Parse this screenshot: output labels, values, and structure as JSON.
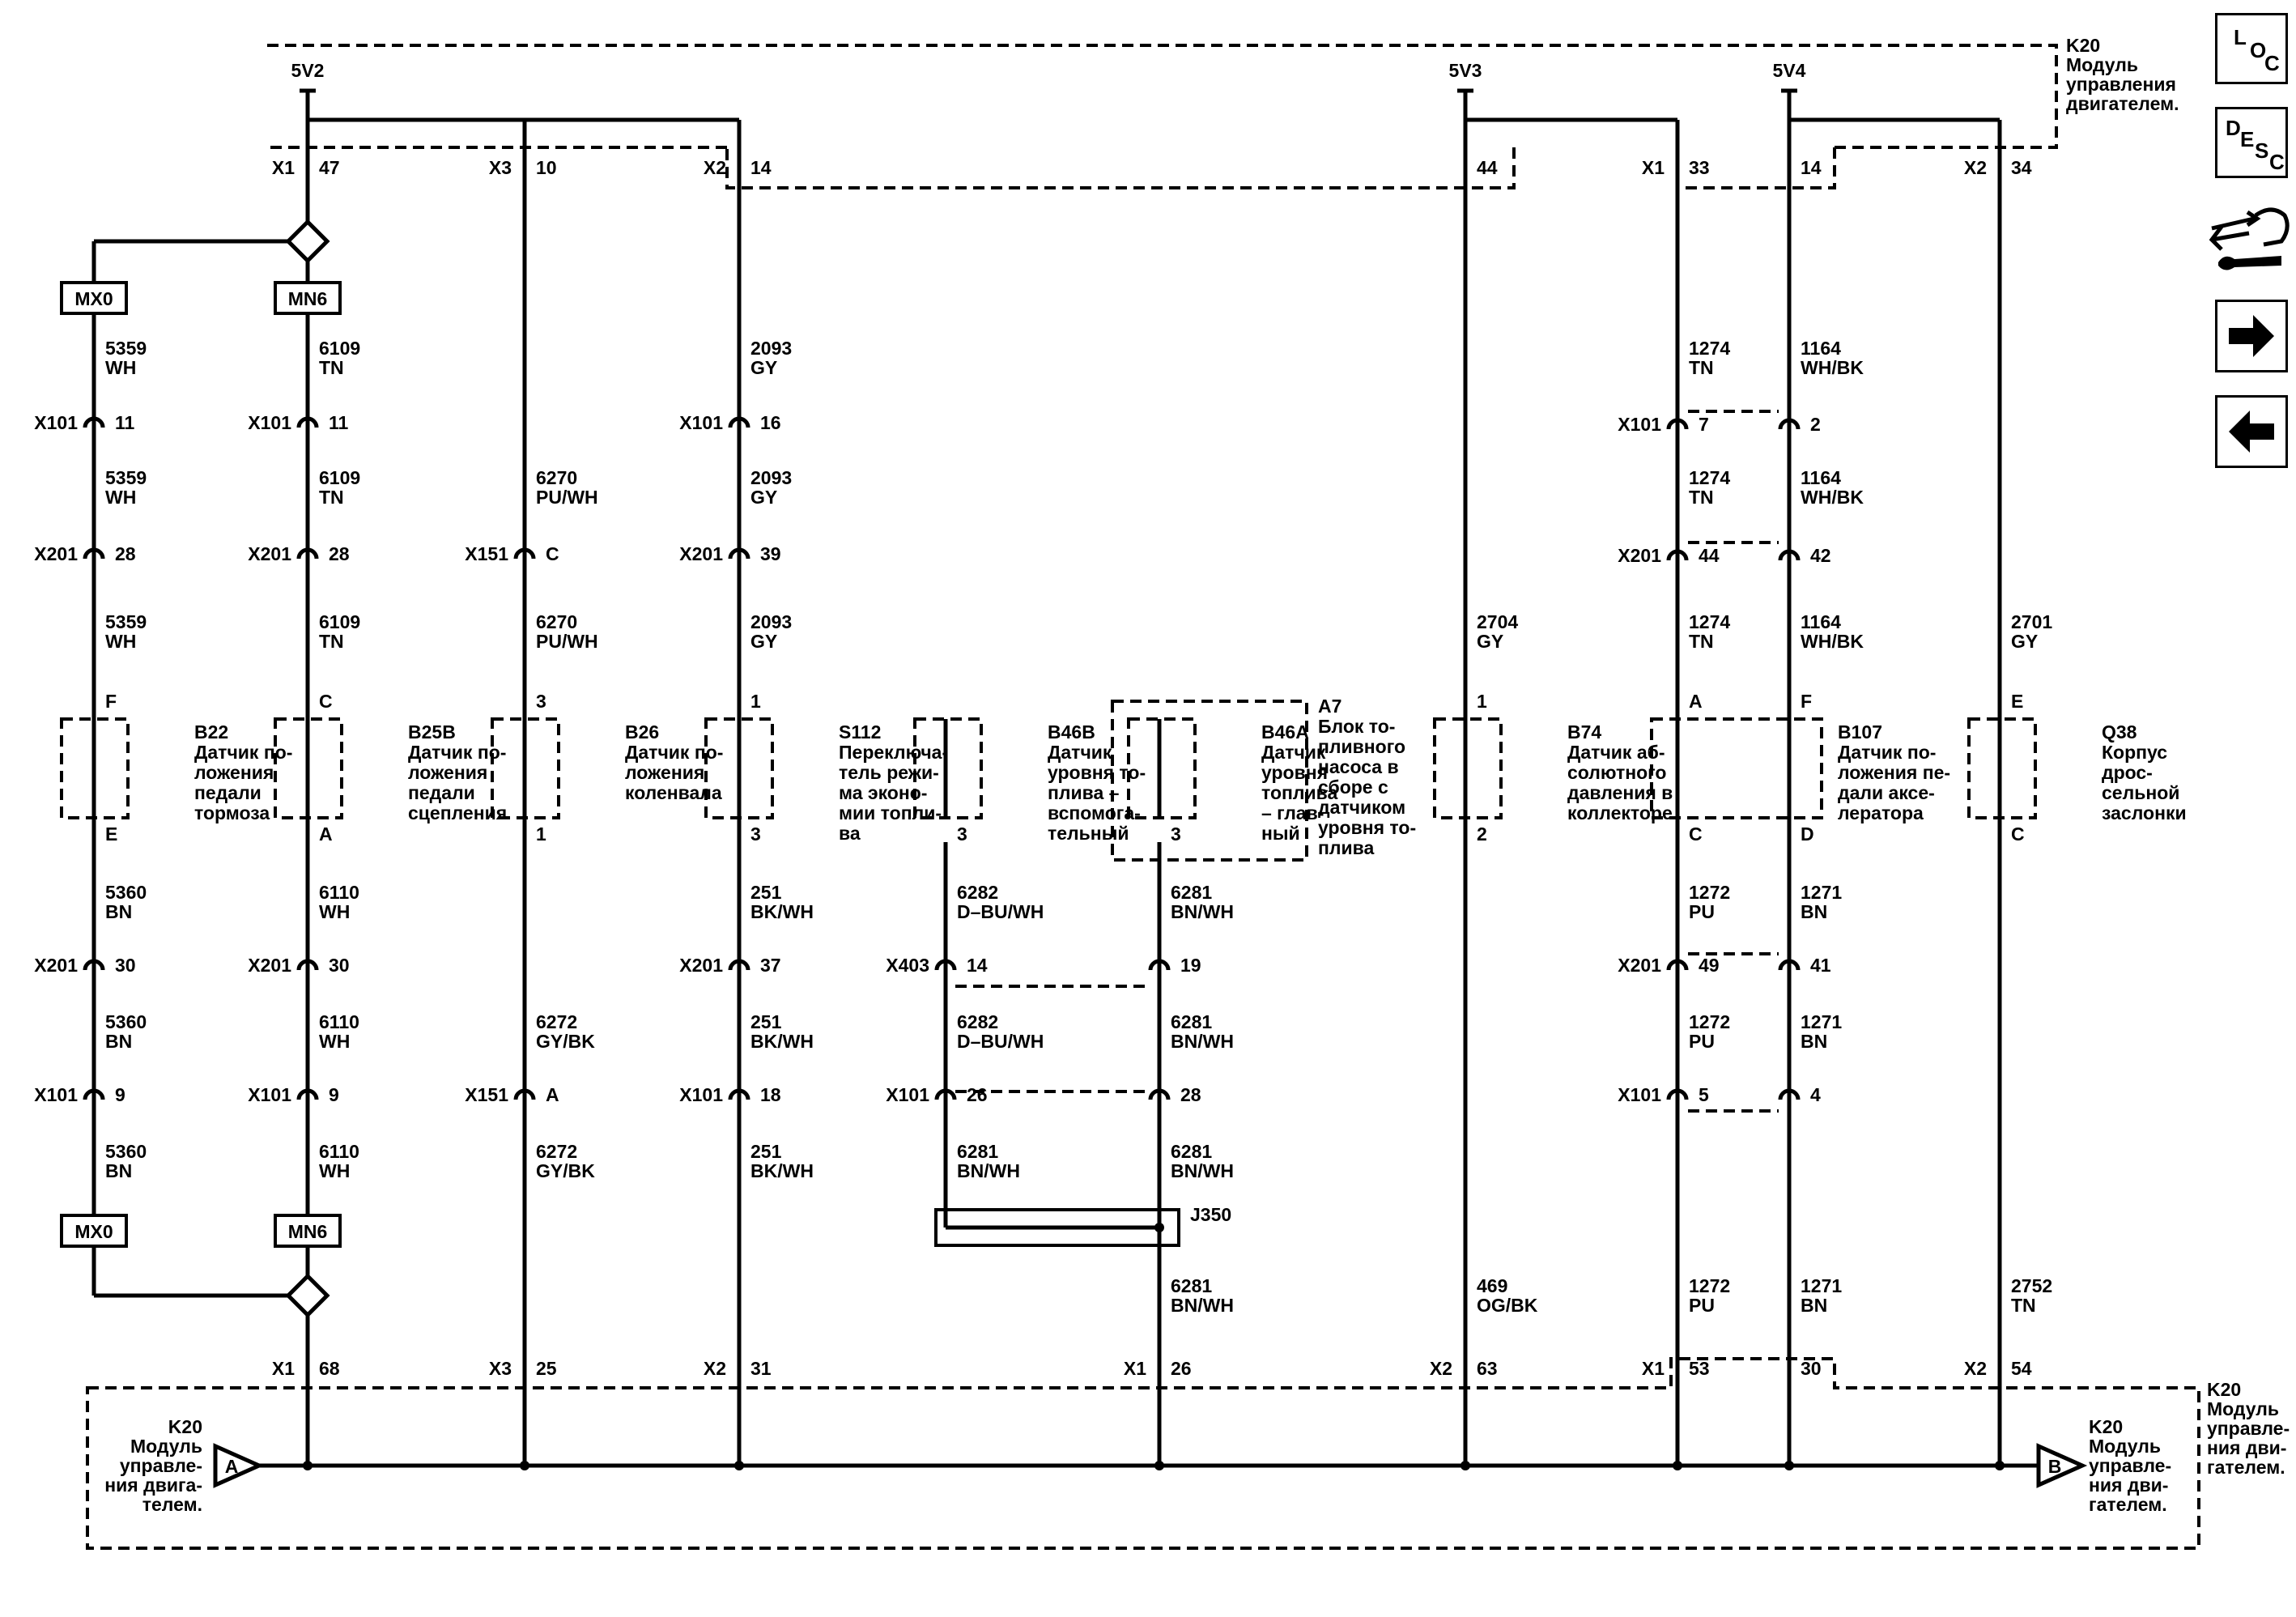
{
  "module": {
    "top_label": [
      "K20",
      "Модуль",
      "управления",
      "двигателем."
    ],
    "bottom_right_label": [
      "K20",
      "Модуль",
      "управле-",
      "ния дви-",
      "гателем."
    ],
    "left_inner_label": [
      "K20",
      "Модуль",
      "управле-",
      "ния двига-",
      "телем."
    ],
    "right_inner_label": [
      "K20",
      "Модуль",
      "управле-",
      "ния дви-",
      "гателем."
    ],
    "offpage_left": "A",
    "offpage_right": "B"
  },
  "references": {
    "v2": "5V2",
    "v3": "5V3",
    "v4": "5V4"
  },
  "top_pins": [
    {
      "conn": "X1",
      "pin": "47"
    },
    {
      "conn": "X3",
      "pin": "10"
    },
    {
      "conn": "X2",
      "pin": "14"
    },
    {
      "conn": "",
      "pin": "44"
    },
    {
      "conn": "X1",
      "pin": "33"
    },
    {
      "conn": "",
      "pin": "14"
    },
    {
      "conn": "X2",
      "pin": "34"
    }
  ],
  "bottom_pins": [
    {
      "conn": "X1",
      "pin": "68"
    },
    {
      "conn": "X3",
      "pin": "25"
    },
    {
      "conn": "X2",
      "pin": "31"
    },
    {
      "conn": "X1",
      "pin": "26"
    },
    {
      "conn": "X2",
      "pin": "63"
    },
    {
      "conn": "X1",
      "pin": "53"
    },
    {
      "conn": "",
      "pin": "30"
    },
    {
      "conn": "X2",
      "pin": "54"
    }
  ],
  "options": {
    "a": "MX0",
    "b": "MN6"
  },
  "connectors": [
    {
      "name": "X101",
      "pin": "11"
    },
    {
      "name": "X201",
      "pin": "28"
    },
    {
      "name": "X201",
      "pin": "30"
    },
    {
      "name": "X101",
      "pin": "9"
    },
    {
      "name": "X101",
      "pin": "11"
    },
    {
      "name": "X201",
      "pin": "28"
    },
    {
      "name": "X201",
      "pin": "30"
    },
    {
      "name": "X101",
      "pin": "9"
    },
    {
      "name": "X151",
      "pin": "C"
    },
    {
      "name": "X151",
      "pin": "A"
    },
    {
      "name": "X101",
      "pin": "16"
    },
    {
      "name": "X201",
      "pin": "39"
    },
    {
      "name": "X201",
      "pin": "37"
    },
    {
      "name": "X101",
      "pin": "18"
    },
    {
      "name": "X403",
      "pin": "14"
    },
    {
      "name": "",
      "pin": "19"
    },
    {
      "name": "X101",
      "pin": "26"
    },
    {
      "name": "",
      "pin": "28"
    },
    {
      "name": "X101",
      "pin": "7"
    },
    {
      "name": "",
      "pin": "2"
    },
    {
      "name": "X201",
      "pin": "44"
    },
    {
      "name": "",
      "pin": "42"
    },
    {
      "name": "X201",
      "pin": "49"
    },
    {
      "name": "",
      "pin": "41"
    },
    {
      "name": "X101",
      "pin": "5"
    },
    {
      "name": "",
      "pin": "4"
    }
  ],
  "wires": [
    {
      "circuit": "5359",
      "color": "WH"
    },
    {
      "circuit": "5359",
      "color": "WH"
    },
    {
      "circuit": "5359",
      "color": "WH"
    },
    {
      "circuit": "5360",
      "color": "BN"
    },
    {
      "circuit": "5360",
      "color": "BN"
    },
    {
      "circuit": "5360",
      "color": "BN"
    },
    {
      "circuit": "6109",
      "color": "TN"
    },
    {
      "circuit": "6109",
      "color": "TN"
    },
    {
      "circuit": "6109",
      "color": "TN"
    },
    {
      "circuit": "6110",
      "color": "WH"
    },
    {
      "circuit": "6110",
      "color": "WH"
    },
    {
      "circuit": "6110",
      "color": "WH"
    },
    {
      "circuit": "6270",
      "color": "PU/WH"
    },
    {
      "circuit": "6270",
      "color": "PU/WH"
    },
    {
      "circuit": "6272",
      "color": "GY/BK"
    },
    {
      "circuit": "6272",
      "color": "GY/BK"
    },
    {
      "circuit": "2093",
      "color": "GY"
    },
    {
      "circuit": "2093",
      "color": "GY"
    },
    {
      "circuit": "2093",
      "color": "GY"
    },
    {
      "circuit": "251",
      "color": "BK/WH"
    },
    {
      "circuit": "251",
      "color": "BK/WH"
    },
    {
      "circuit": "251",
      "color": "BK/WH"
    },
    {
      "circuit": "6282",
      "color": "D–BU/WH"
    },
    {
      "circuit": "6282",
      "color": "D–BU/WH"
    },
    {
      "circuit": "6281",
      "color": "BN/WH"
    },
    {
      "circuit": "6281",
      "color": "BN/WH"
    },
    {
      "circuit": "6281",
      "color": "BN/WH"
    },
    {
      "circuit": "6281",
      "color": "BN/WH"
    },
    {
      "circuit": "6281",
      "color": "BN/WH"
    },
    {
      "circuit": "2704",
      "color": "GY"
    },
    {
      "circuit": "469",
      "color": "OG/BK"
    },
    {
      "circuit": "1274",
      "color": "TN"
    },
    {
      "circuit": "1274",
      "color": "TN"
    },
    {
      "circuit": "1274",
      "color": "TN"
    },
    {
      "circuit": "1272",
      "color": "PU"
    },
    {
      "circuit": "1272",
      "color": "PU"
    },
    {
      "circuit": "1272",
      "color": "PU"
    },
    {
      "circuit": "1164",
      "color": "WH/BK"
    },
    {
      "circuit": "1164",
      "color": "WH/BK"
    },
    {
      "circuit": "1164",
      "color": "WH/BK"
    },
    {
      "circuit": "1271",
      "color": "BN"
    },
    {
      "circuit": "1271",
      "color": "BN"
    },
    {
      "circuit": "1271",
      "color": "BN"
    },
    {
      "circuit": "2701",
      "color": "GY"
    },
    {
      "circuit": "2752",
      "color": "TN"
    }
  ],
  "components": [
    {
      "id": "B22",
      "pin_top": "F",
      "pin_bottom": "E",
      "desc": [
        "Датчик по-",
        "ложения",
        "педали",
        "тормоза"
      ]
    },
    {
      "id": "B25B",
      "pin_top": "C",
      "pin_bottom": "A",
      "desc": [
        "Датчик по-",
        "ложения",
        "педали",
        "сцепления"
      ]
    },
    {
      "id": "B26",
      "pin_top": "3",
      "pin_bottom": "1",
      "desc": [
        "Датчик по-",
        "ложения",
        "коленвала"
      ]
    },
    {
      "id": "S112",
      "pin_top": "1",
      "pin_bottom": "3",
      "desc": [
        "Переключа-",
        "тель режи-",
        "ма эконо-",
        "мии топли-",
        "ва"
      ]
    },
    {
      "id": "B46B",
      "pin_top": "",
      "pin_bottom": "3",
      "desc": [
        "Датчик",
        "уровня то-",
        "плива –",
        "вспомога-",
        "тельный"
      ]
    },
    {
      "id": "B46A",
      "pin_top": "",
      "pin_bottom": "3",
      "desc": [
        "Датчик",
        "уровня",
        "топлива",
        "– глав-",
        "ный"
      ]
    },
    {
      "id": "A7",
      "pin_top": "",
      "pin_bottom": "",
      "desc": [
        "Блок то-",
        "пливного",
        "насоса в",
        "сборе с",
        "датчиком",
        "уровня то-",
        "плива"
      ]
    },
    {
      "id": "B74",
      "pin_top": "1",
      "pin_bottom": "2",
      "desc": [
        "Датчик аб-",
        "солютного",
        "давления в",
        "коллекторе"
      ]
    },
    {
      "id": "B107",
      "pin_top": "A",
      "pin_top2": "F",
      "pin_bottom": "C",
      "pin_bottom2": "D",
      "desc": [
        "Датчик по-",
        "ложения пе-",
        "дали аксе-",
        "лератора"
      ]
    },
    {
      "id": "Q38",
      "pin_top": "E",
      "pin_bottom": "C",
      "desc": [
        "Корпус",
        "дрос-",
        "сельной",
        "заслонки"
      ]
    }
  ],
  "splice": {
    "id": "J350"
  },
  "nav": {
    "loc": [
      "L",
      "O",
      "C"
    ],
    "desc": [
      "D",
      "E",
      "S",
      "C"
    ]
  }
}
